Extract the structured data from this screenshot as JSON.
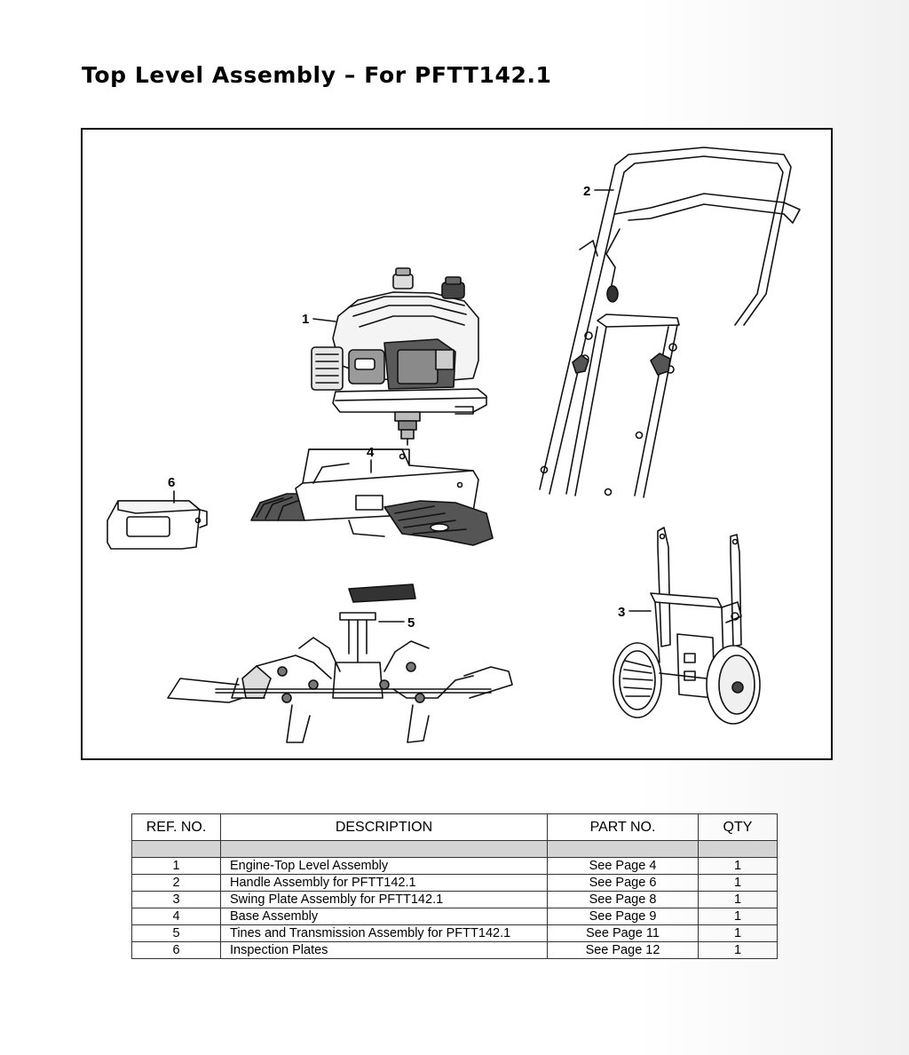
{
  "page": {
    "title": "Top Level Assembly – For PFTT142.1"
  },
  "diagram": {
    "callouts": [
      "1",
      "2",
      "3",
      "4",
      "5",
      "6"
    ]
  },
  "table": {
    "headers": [
      "REF. NO.",
      "DESCRIPTION",
      "PART NO.",
      "QTY"
    ],
    "rows": [
      {
        "ref": "1",
        "description": "Engine-Top Level Assembly",
        "part": "See Page 4",
        "qty": "1"
      },
      {
        "ref": "2",
        "description": "Handle Assembly for PFTT142.1",
        "part": "See Page 6",
        "qty": "1"
      },
      {
        "ref": "3",
        "description": "Swing Plate Assembly for PFTT142.1",
        "part": "See Page 8",
        "qty": "1"
      },
      {
        "ref": "4",
        "description": "Base Assembly",
        "part": "See Page 9",
        "qty": "1"
      },
      {
        "ref": "5",
        "description": "Tines and Transmission Assembly for PFTT142.1",
        "part": "See Page 11",
        "qty": "1"
      },
      {
        "ref": "6",
        "description": "Inspection Plates",
        "part": "See Page 12",
        "qty": "1"
      }
    ]
  }
}
